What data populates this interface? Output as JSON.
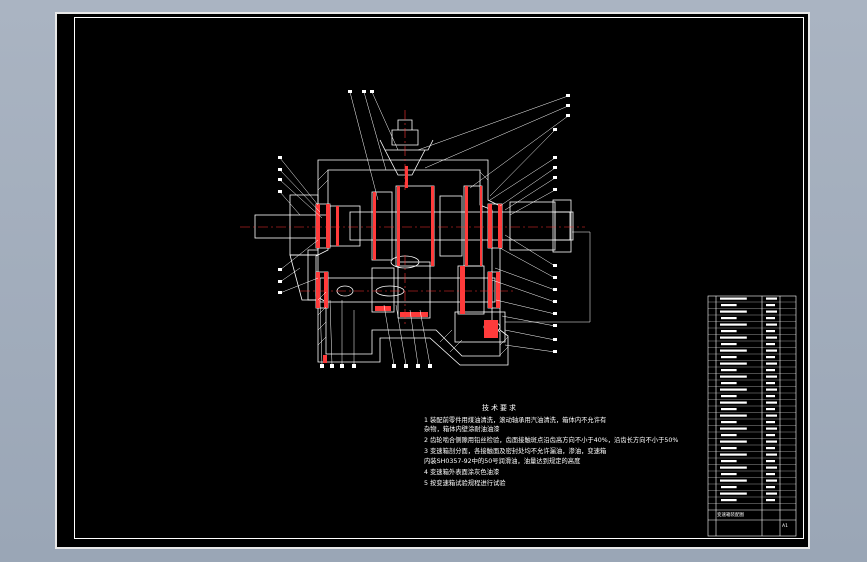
{
  "drawing": {
    "type": "cad-assembly",
    "background": "#000000",
    "line_color": "#ffffff",
    "section_fill": "#ff3b3b",
    "centerline_color": "#ff3333"
  },
  "technical_requirements": {
    "title": "技术要求",
    "lines": [
      "1  装配前零件用煤油清洗，滚动轴承用汽油清洗，箱体内不允许有",
      "   杂物，箱体内壁涂耐油油漆",
      "2  齿轮啮合侧隙用铅丝检验，齿面接触斑点沿齿高方向不小于40%，沿齿长方向不小于50%",
      "3  变速箱剖分面，各接触面及密封处均不允许漏油，渗油，变速箱",
      "   内装SH0357-92中的50号润滑油，油量达到规定的高度",
      "4  变速箱外表面涂灰色油漆",
      "5  按变速箱试验规程进行试验"
    ]
  },
  "title_block": {
    "drawing_name": "变速箱装配图",
    "sheet_label": "A1"
  }
}
